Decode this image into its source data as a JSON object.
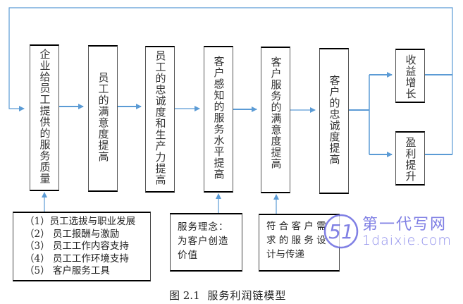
{
  "diagram": {
    "title": "服务利润链模型",
    "caption_prefix": "图 2.1",
    "chain_boxes": [
      {
        "id": "b1",
        "label": "企业给员工提供的服务质量"
      },
      {
        "id": "b2",
        "label": "员工的满意度提高"
      },
      {
        "id": "b3",
        "label": "员工的忠诚度和生产力提高"
      },
      {
        "id": "b4",
        "label": "客户感知的服务水平提高"
      },
      {
        "id": "b5",
        "label": "客户服务的满意度提高"
      },
      {
        "id": "b6",
        "label": "客户的忠诚度提高"
      }
    ],
    "outcome_boxes": [
      {
        "id": "o1",
        "label": "收益增长"
      },
      {
        "id": "o2",
        "label": "盈利提升"
      }
    ],
    "input_boxes": [
      {
        "id": "i1",
        "target": "b1",
        "lines": [
          "（1）员工选拔与职业发展",
          "（2） 员工报酬与激励",
          "（3） 员工工作内容支持",
          "（4） 员工工作环境支持",
          "（5） 客户服务工具"
        ]
      },
      {
        "id": "i2",
        "target": "b4",
        "lines": [
          "服务理念：",
          "为客户创造",
          "价值"
        ]
      },
      {
        "id": "i3",
        "target": "b5",
        "lines": [
          "符 合 客 户 需",
          "求 的 服 务 设",
          "计与传递"
        ]
      }
    ],
    "edges": [
      {
        "from": "b1",
        "to": "b2"
      },
      {
        "from": "b2",
        "to": "b3"
      },
      {
        "from": "b3",
        "to": "b4"
      },
      {
        "from": "b4",
        "to": "b5"
      },
      {
        "from": "b5",
        "to": "b6"
      },
      {
        "from": "b6",
        "to": "o1"
      },
      {
        "from": "b6",
        "to": "o2"
      },
      {
        "from": "o1",
        "to": "b1",
        "type": "feedback"
      },
      {
        "from": "o2",
        "to": "b1",
        "type": "feedback"
      },
      {
        "from": "i1",
        "to": "b1"
      },
      {
        "from": "i2",
        "to": "b4"
      },
      {
        "from": "i3",
        "to": "b5"
      }
    ],
    "colors": {
      "arrow": "#5b9bd5",
      "box_border": "#000000",
      "watermark": "#6a6ae0"
    }
  },
  "watermark": {
    "logo_text": "51",
    "name": "第一代写网",
    "domain": "1daixie.com"
  }
}
